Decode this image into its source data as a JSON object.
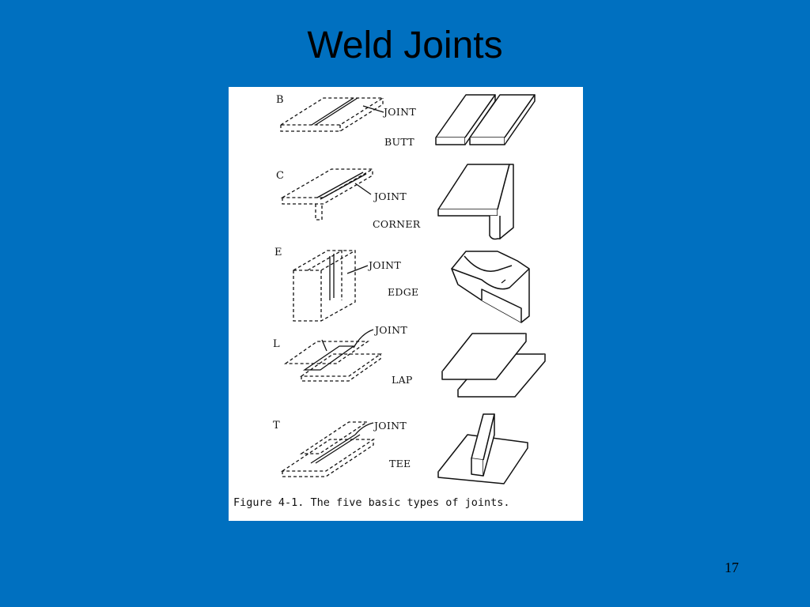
{
  "slide": {
    "title": "Weld Joints",
    "number": "17"
  },
  "figure": {
    "joints": [
      {
        "letter": "B",
        "name": "BUTT",
        "callout": "JOINT"
      },
      {
        "letter": "C",
        "name": "CORNER",
        "callout": "JOINT"
      },
      {
        "letter": "E",
        "name": "EDGE",
        "callout": "JOINT"
      },
      {
        "letter": "L",
        "name": "LAP",
        "callout": "JOINT"
      },
      {
        "letter": "T",
        "name": "TEE",
        "callout": "JOINT"
      }
    ],
    "caption": "Figure 4-1.  The five basic types of joints."
  }
}
